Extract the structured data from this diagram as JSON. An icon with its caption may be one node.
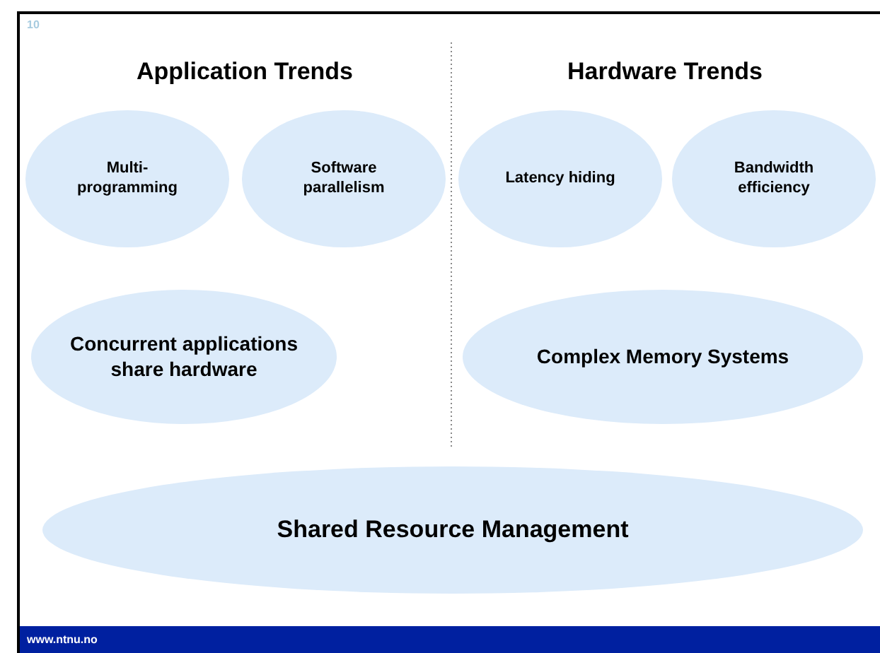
{
  "diagram": {
    "nodes": [
      {
        "text": [
          "Multi- programming"
        ]
      },
      {
        "text": [
          "Software parallelism"
        ]
      },
      {
        "text": [
          "Latency hiding"
        ]
      },
      {
        "text": [
          "Bandwidth efficiency"
        ]
      },
      {
        "text": [
          "Concurrent applications share hardware"
        ]
      },
      {
        "text": [
          "Complex Memory Systems"
        ]
      },
      {
        "text": [
          "Shared Resource Management"
        ]
      }
    ],
    "labels": [
      "10",
      "Application Trends",
      "Hardware Trends",
      "www.ntnu.no"
    ]
  }
}
